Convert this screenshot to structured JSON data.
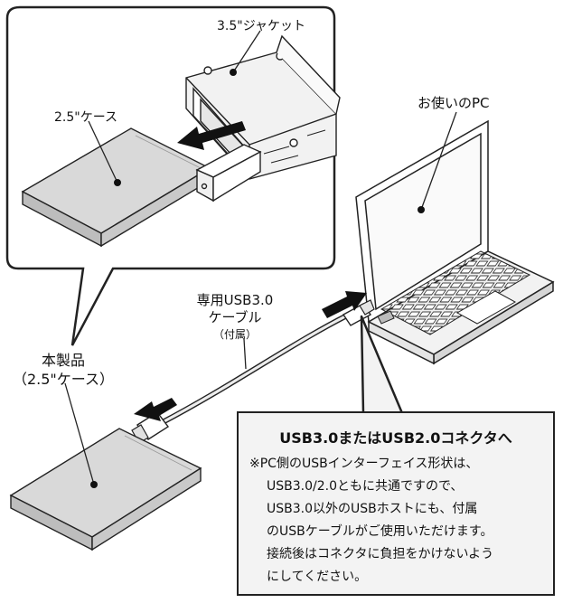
{
  "labels": {
    "jacket": "3.5\"ジャケット",
    "case_inset": "2.5\"ケース",
    "pc": "お使いのPC",
    "cable_line1": "専用USB3.0",
    "cable_line2": "ケーブル",
    "cable_note": "（付属）",
    "product_line1": "本製品",
    "product_line2": "（2.5\"ケース）"
  },
  "note": {
    "title": "USB3.0またはUSB2.0コネクタへ",
    "lines": [
      "※PC側のUSBインターフェイス形状は、",
      "USB3.0/2.0ともに共通ですので、",
      "USB3.0以外のUSBホストにも、付属",
      "のUSBケーブルがご使用いただけます。",
      "接続後はコネクタに負担をかけないよう",
      "にしてください。"
    ]
  },
  "colors": {
    "device_face": "#d9d9d9",
    "device_side": "#bdbdbd",
    "note_bg": "#f3f3f3",
    "outline": "#222222",
    "arrow": "#111111"
  }
}
